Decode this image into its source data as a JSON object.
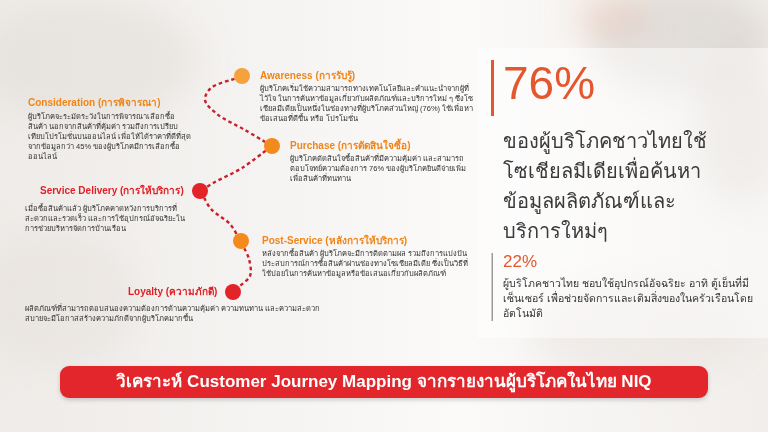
{
  "diagram": {
    "title": "วิเคราะห์ Customer Journey Mapping จากรายงานผู้บริโภคในไทย NIQ",
    "nodes": [
      {
        "text": [
          "Awareness (การรับรู้)",
          "ผู้บริโภคเริ่มใช้ความสามารถทางเทคโนโลยีและคำแนะนำจากผู้ที่ไว้ใจ ในการค้นหาข้อมูลเกี่ยวกับผลิตภัณฑ์และบริการใหม่ ๆ ซึ่งโซเชียลมีเดียเป็นหนึ่งในช่องทางที่ผู้บริโภคส่วนใหญ่ (76%) ใช้เพื่อหาข้อเสนอที่ดีขึ้น หรือ โปรโมชั่น"
        ]
      },
      {
        "text": [
          "Purchase (การตัดสินใจซื้อ)",
          "ผู้บริโภคตัดสินใจซื้อสินค้าที่มีความคุ้มค่า และสามารถตอบโจทย์ความต้องการ 76% ของผู้บริโภคยินดีจ่ายเพิ่มเพื่อสินค้าที่ทนทาน"
        ]
      },
      {
        "text": [
          "Service Delivery (การให้บริการ)",
          "เมื่อซื้อสินค้าแล้ว ผู้บริโภคคาดหวังการบริการที่สะดวกและรวดเร็ว และการใช้อุปกรณ์อัจฉริยะในการช่วยบริหารจัดการบ้านเรือน"
        ]
      },
      {
        "text": [
          "Post-Service (หลังการให้บริการ)",
          "หลังจากซื้อสินค้า ผู้บริโภคจะมีการติดตามผล รวมถึงการแบ่งปันประสบการณ์การซื้อสินค้าผ่านช่องทางโซเชียลมีเดีย ซึ่งเป็นวิธีที่ใช้บ่อยในการค้นหาข้อมูลหรือข้อเสนอเกี่ยวกับผลิตภัณฑ์"
        ]
      },
      {
        "text": [
          "Loyalty (ความภักดี)",
          "ผลิตภัณฑ์ที่สามารถตอบสนองความต้องการด้านความคุ้มค่า ความทนทาน และความสะดวกสบายจะมีโอกาสสร้างความภักดีจากผู้บริโภคมากขึ้น"
        ]
      }
    ],
    "edges": [
      {
        "from": 0,
        "to": 1,
        "arrow": "none"
      },
      {
        "from": 1,
        "to": 2,
        "arrow": "none"
      },
      {
        "from": 2,
        "to": 3,
        "arrow": "none"
      },
      {
        "from": 3,
        "to": 4,
        "arrow": "none"
      }
    ],
    "labels": [
      "Consideration (การพิจารณา)",
      "ผู้บริโภคจะระมัดระวังในการพิจารณาเลือกซื้อสินค้า นอกจากสินค้าที่คุ้มค่า รวมถึงการเปรียบเทียบโปรโมชั่นบนออนไลน์ เพื่อให้ได้ราคาที่ดีที่สุด จากข้อมูลกว่า 45% ของผู้บริโภคมีการเลือกซื้อออนไลน์",
      "76%",
      "ของผู้บริโภคชาวไทยใช้ โซเชียลมีเดียเพื่อค้นหา ข้อมูลผลิตภัณฑ์และ บริการใหม่ๆ",
      "22%",
      "ผู้บริโภคชาวไทย ชอบใช้อุปกรณ์อัจฉริยะ อาทิ ตู้เย็นที่มี เซ็นเซอร์ เพื่อช่วยจัดการและเติมสิ่งของในครัวเรือนโดย อัตโนมัติ"
    ]
  }
}
